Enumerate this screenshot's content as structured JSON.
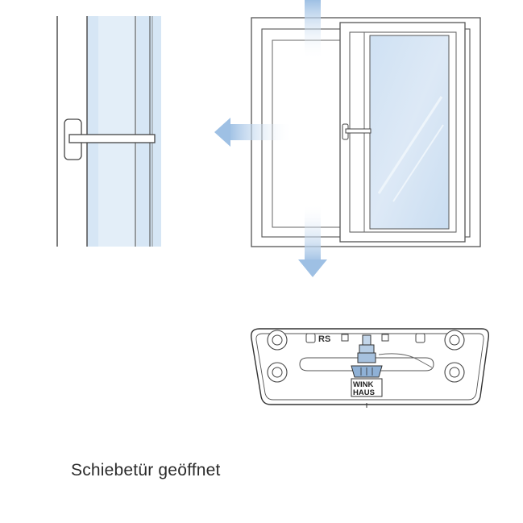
{
  "caption": "Schiebetür geöffnet",
  "label_rs": "RS",
  "brand_line1": "WINK",
  "brand_line2": "HAUS",
  "colors": {
    "line": "#555555",
    "glass": "#d4e4f4",
    "glass_light": "#e8f1fa",
    "arrow": "#a9c8e8",
    "text": "#2b2b2b"
  },
  "icons": {
    "left_arrow": "arrow-left-icon",
    "up_arrow": "arrow-up-icon",
    "down_arrow": "arrow-down-icon"
  }
}
